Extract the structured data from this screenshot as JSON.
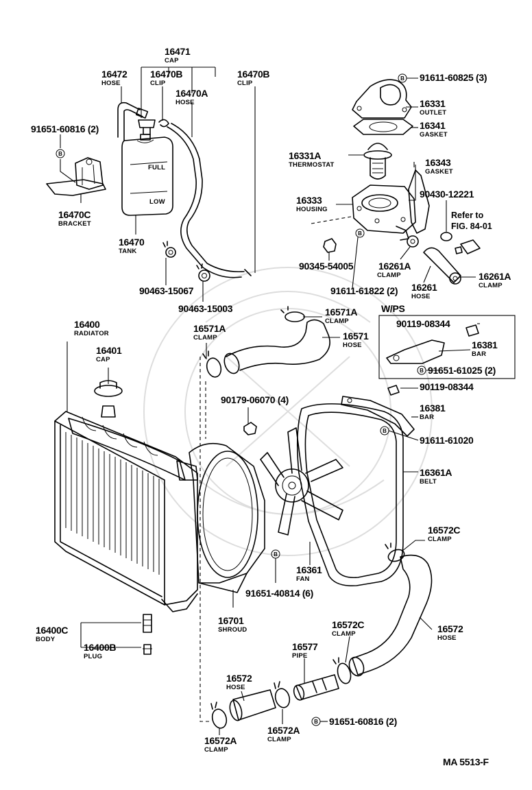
{
  "parts": [
    {
      "id": "cap-16471",
      "number": "16471",
      "name": "CAP"
    },
    {
      "id": "hose-16472",
      "number": "16472",
      "name": "HOSE"
    },
    {
      "id": "clip-16470b-a",
      "number": "16470B",
      "name": "CLIP"
    },
    {
      "id": "clip-16470b-b",
      "number": "16470B",
      "name": "CLIP"
    },
    {
      "id": "hose-16470a",
      "number": "16470A",
      "name": "HOSE"
    },
    {
      "id": "bolt-91651-60816-top",
      "number": "91651-60816 (2)",
      "name": ""
    },
    {
      "id": "bracket-16470c",
      "number": "16470C",
      "name": "BRACKET"
    },
    {
      "id": "tank-16470",
      "number": "16470",
      "name": "TANK"
    },
    {
      "id": "clamp-90463-15067",
      "number": "90463-15067",
      "name": ""
    },
    {
      "id": "clamp-90463-15003",
      "number": "90463-15003",
      "name": ""
    },
    {
      "id": "bolt-91611-60825",
      "number": "91611-60825 (3)",
      "name": ""
    },
    {
      "id": "outlet-16331",
      "number": "16331",
      "name": "OUTLET"
    },
    {
      "id": "gasket-16341",
      "number": "16341",
      "name": "GASKET"
    },
    {
      "id": "thermostat-16331a",
      "number": "16331A",
      "name": "THERMOSTAT"
    },
    {
      "id": "gasket-16343",
      "number": "16343",
      "name": "GASKET"
    },
    {
      "id": "housing-16333",
      "number": "16333",
      "name": "HOUSING"
    },
    {
      "id": "part-90430-12221",
      "number": "90430-12221",
      "name": ""
    },
    {
      "id": "nut-90345-54005",
      "number": "90345-54005",
      "name": ""
    },
    {
      "id": "clamp-16261a-a",
      "number": "16261A",
      "name": "CLAMP"
    },
    {
      "id": "clamp-16261a-b",
      "number": "16261A",
      "name": "CLAMP"
    },
    {
      "id": "hose-16261",
      "number": "16261",
      "name": "HOSE"
    },
    {
      "id": "bolt-91611-61822",
      "number": "91611-61822 (2)",
      "name": ""
    },
    {
      "id": "radiator-16400",
      "number": "16400",
      "name": "RADIATOR"
    },
    {
      "id": "cap-16401",
      "number": "16401",
      "name": "CAP"
    },
    {
      "id": "clamp-16571a-top",
      "number": "16571A",
      "name": "CLAMP"
    },
    {
      "id": "clamp-16571a-left",
      "number": "16571A",
      "name": "CLAMP"
    },
    {
      "id": "hose-16571",
      "number": "16571",
      "name": "HOSE"
    },
    {
      "id": "bolt-90119-08344-wps",
      "number": "90119-08344",
      "name": ""
    },
    {
      "id": "bar-16381-wps",
      "number": "16381",
      "name": "BAR"
    },
    {
      "id": "bolt-91651-61025",
      "number": "91651-61025 (2)",
      "name": ""
    },
    {
      "id": "bolt-90119-08344",
      "number": "90119-08344",
      "name": ""
    },
    {
      "id": "bar-16381",
      "number": "16381",
      "name": "BAR"
    },
    {
      "id": "bolt-91611-61020",
      "number": "91611-61020",
      "name": ""
    },
    {
      "id": "nut-90179-06070",
      "number": "90179-06070 (4)",
      "name": ""
    },
    {
      "id": "belt-16361a",
      "number": "16361A",
      "name": "BELT"
    },
    {
      "id": "clamp-16572c-top",
      "number": "16572C",
      "name": "CLAMP"
    },
    {
      "id": "fan-16361",
      "number": "16361",
      "name": "FAN"
    },
    {
      "id": "bolt-91651-40814",
      "number": "91651-40814 (6)",
      "name": ""
    },
    {
      "id": "shroud-16701",
      "number": "16701",
      "name": "SHROUD"
    },
    {
      "id": "body-16400c",
      "number": "16400C",
      "name": "BODY"
    },
    {
      "id": "plug-16400b",
      "number": "16400B",
      "name": "PLUG"
    },
    {
      "id": "clamp-16572c-mid",
      "number": "16572C",
      "name": "CLAMP"
    },
    {
      "id": "hose-16572-right",
      "number": "16572",
      "name": "HOSE"
    },
    {
      "id": "pipe-16577",
      "number": "16577",
      "name": "PIPE"
    },
    {
      "id": "hose-16572-left",
      "number": "16572",
      "name": "HOSE"
    },
    {
      "id": "clamp-16572a-left",
      "number": "16572A",
      "name": "CLAMP"
    },
    {
      "id": "clamp-16572a-right",
      "number": "16572A",
      "name": "CLAMP"
    },
    {
      "id": "bolt-91651-60816-bottom",
      "number": "91651-60816 (2)",
      "name": ""
    }
  ],
  "refer": {
    "line1": "Refer to",
    "line2": "FIG. 84-01"
  },
  "wps_box": {
    "title": "W/PS"
  },
  "tank_marks": {
    "full": "FULL",
    "low": "LOW"
  },
  "bolt_symbol": "B",
  "figure_code": "MA  5513-F"
}
